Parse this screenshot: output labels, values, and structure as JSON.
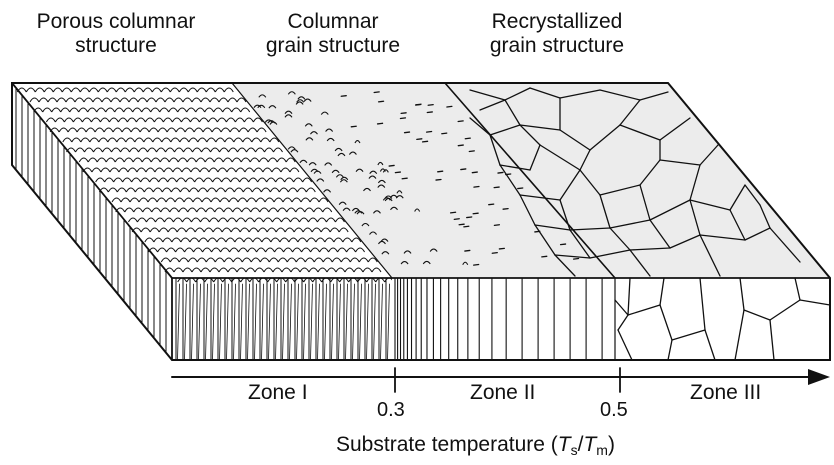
{
  "header_labels": [
    {
      "line1": "Porous columnar",
      "line2": "structure"
    },
    {
      "line1": "Columnar",
      "line2": "grain structure"
    },
    {
      "line1": "Recrystallized",
      "line2": "grain structure"
    }
  ],
  "zones": [
    "Zone I",
    "Zone II",
    "Zone III"
  ],
  "axis": {
    "ticks": [
      "0.3",
      "0.5"
    ],
    "title_prefix": "Substrate temperature (",
    "title_var_s": "T",
    "title_sub_s": "s",
    "title_slash": "/",
    "title_var_m": "T",
    "title_sub_m": "m",
    "title_suffix": ")"
  },
  "colors": {
    "line": "#111111",
    "fill": "#ffffff",
    "zone2_top": "#ececec",
    "zone3_top": "#ececec"
  }
}
